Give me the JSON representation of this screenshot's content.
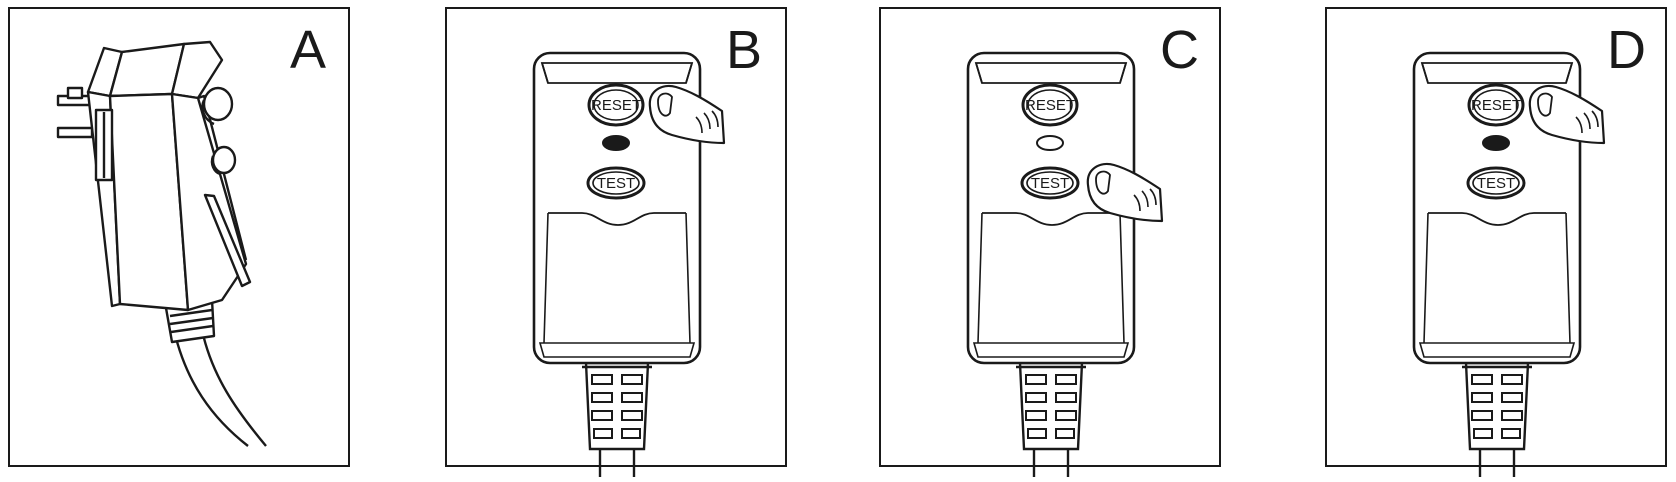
{
  "colors": {
    "ink": "#1a1a1a",
    "background": "#ffffff",
    "indicator_off": "#1a1a1a",
    "indicator_on": "#ffffff"
  },
  "panels": [
    {
      "letter": "A",
      "view": "plug-side-view"
    },
    {
      "letter": "B",
      "reset_label": "RESET",
      "test_label": "TEST",
      "finger": "reset",
      "indicator": "dark"
    },
    {
      "letter": "C",
      "reset_label": "RESET",
      "test_label": "TEST",
      "finger": "test",
      "indicator": "light"
    },
    {
      "letter": "D",
      "reset_label": "RESET",
      "test_label": "TEST",
      "finger": "reset",
      "indicator": "dark"
    }
  ]
}
